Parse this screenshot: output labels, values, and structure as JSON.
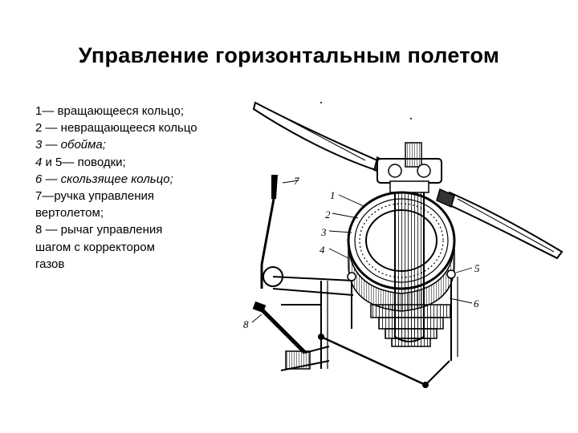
{
  "title": "Управление горизонтальным полетом",
  "legend": {
    "l1": "1— вращающееся кольцо;",
    "l2": "2 — невращающееся кольцо",
    "l3": "3 — обойма;",
    "l4_num": "4",
    "l4_rest": " и 5— поводки;",
    "l5": "6 — скользящее кольцо;",
    "l6": "7—ручка управления",
    "l7": "вертолетом;",
    "l8": "8 — рычаг управления",
    "l9": "шагом с корректором",
    "l10": "газов"
  },
  "callouts": {
    "n1": "1",
    "n2": "2",
    "n3": "3",
    "n4": "4",
    "n5": "5",
    "n6": "6",
    "n7": "7",
    "n8": "8"
  }
}
